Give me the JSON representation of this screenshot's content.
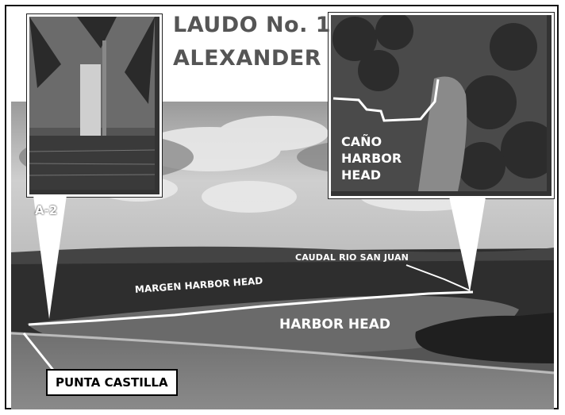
{
  "title": {
    "line1": "LAUDO No. 1",
    "line2": "ALEXANDER"
  },
  "labels": {
    "marker_a2": "A-2",
    "cano_line1": "CAÑO",
    "cano_line2": "HARBOR",
    "cano_line3": "HEAD",
    "caudal": "CAUDAL RIO SAN JUAN",
    "margen": "MARGEN HARBOR HEAD",
    "lagoon": "HARBOR HEAD",
    "punta": "PUNTA CASTILLA"
  },
  "colors": {
    "title": "#555555",
    "label": "#ffffff",
    "frame": "#111111"
  }
}
